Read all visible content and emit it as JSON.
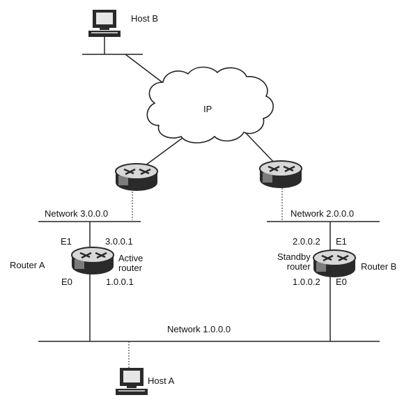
{
  "labels": {
    "host_b": "Host B",
    "host_a": "Host A",
    "ip_cloud": "IP",
    "network_3": "Network 3.0.0.0",
    "network_2": "Network 2.0.0.0",
    "network_1": "Network 1.0.0.0",
    "router_a": {
      "name": "Router A",
      "e1": "E1",
      "e1_ip": "3.0.0.1",
      "role": "Active\nrouter",
      "e0": "E0",
      "e0_ip": "1.0.0.1"
    },
    "router_b": {
      "name": "Router B",
      "e1": "E1",
      "e1_ip": "2.0.0.2",
      "role": "Standby\nrouter",
      "e0": "E0",
      "e0_ip": "1.0.0.2"
    }
  },
  "colors": {
    "line": "#222222",
    "device_dark": "#2a2a2a",
    "device_light": "#cfcfcf"
  },
  "icons": [
    "computer-icon",
    "router-icon",
    "cloud-icon"
  ]
}
